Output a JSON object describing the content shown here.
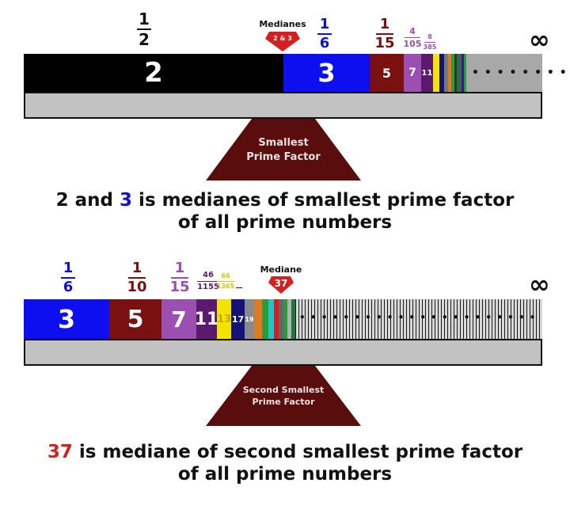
{
  "diagram1": {
    "fractions": {
      "half": {
        "num": "1",
        "den": "2"
      },
      "sixth": {
        "num": "1",
        "den": "6"
      },
      "fifteenth": {
        "num": "1",
        "den": "15"
      },
      "four_105": {
        "num": "4",
        "den": "105"
      },
      "eight_385": {
        "num": "8",
        "den": "385"
      }
    },
    "medianes_label": "Medianes",
    "medianes_badge": "2 & 3",
    "infinity": "∞",
    "segments": {
      "two": "2",
      "three": "3",
      "five": "5",
      "seven": "7",
      "eleven": "11"
    },
    "fulcrum": {
      "line1": "Smallest",
      "line2": "Prime Factor"
    },
    "caption": {
      "line1_pre": "2 and ",
      "line1_highlight": "3",
      "line1_post": " is medianes of smallest prime factor",
      "line2": "of  all prime numbers"
    }
  },
  "diagram2": {
    "fractions": {
      "sixth": {
        "num": "1",
        "den": "6"
      },
      "tenth": {
        "num": "1",
        "den": "10"
      },
      "fifteenth": {
        "num": "1",
        "den": "15"
      },
      "f46": {
        "num": "46",
        "den": "1155"
      },
      "f66": {
        "num": "66",
        "den": "1365"
      }
    },
    "mediane_label": "Mediane",
    "mediane_badge": "37",
    "infinity": "∞",
    "segments": {
      "three": "3",
      "five": "5",
      "seven": "7",
      "eleven": "11",
      "thirteen": "13",
      "seventeen": "17",
      "nineteen": "19"
    },
    "fulcrum": {
      "line1": "Second Smallest",
      "line2": "Prime Factor"
    },
    "caption": {
      "line1_highlight": "37",
      "line1_post": " is mediane  of second smallest prime factor",
      "line2": "of  all prime numbers"
    }
  },
  "colors": {
    "black": "#000000",
    "blue": "#0d0ff0",
    "maroon": "#7a1010",
    "purple": "#9b4fb0",
    "dark_purple": "#5b1a6d",
    "yellow": "#f2e400",
    "navy": "#13137a",
    "gray": "#c2c2c2",
    "red_badge": "#d42020",
    "fulcrum": "#5a0d0d",
    "highlight_red": "#d42020",
    "highlight_blue": "#1010d0"
  }
}
